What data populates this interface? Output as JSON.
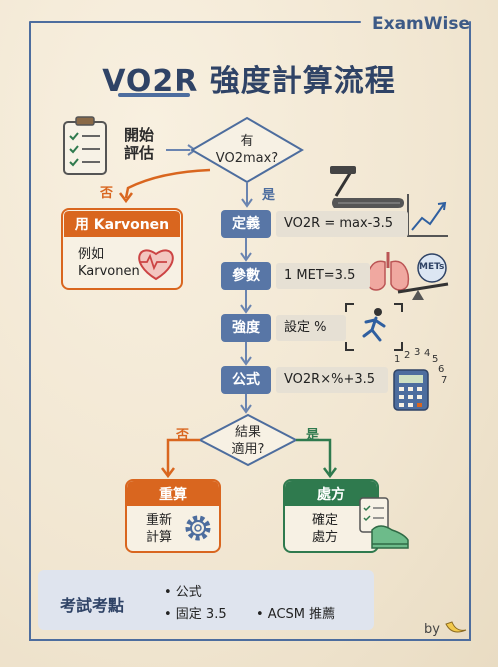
{
  "brand": "ExamWise",
  "title": "VO2R 強度計算流程",
  "start": {
    "label_line1": "開始",
    "label_line2": "評估"
  },
  "decision1": {
    "line1": "有",
    "line2": "VO2max?"
  },
  "labels": {
    "no1": "否",
    "yes1": "是",
    "no2": "否",
    "yes2": "是"
  },
  "karvonen": {
    "title": "用 Karvonen",
    "body_line1": "例如",
    "body_line2": "Karvonen"
  },
  "steps": [
    {
      "label": "定義",
      "content": "VO2R = max-3.5"
    },
    {
      "label": "參數",
      "content": "1 MET=3.5"
    },
    {
      "label": "強度",
      "content": "設定 %"
    },
    {
      "label": "公式",
      "content": "VO2R×%+3.5"
    }
  ],
  "mets_badge": "METs",
  "decision2": {
    "line1": "結果",
    "line2": "適用?"
  },
  "recalc": {
    "title": "重算",
    "body_line1": "重新",
    "body_line2": "計算"
  },
  "prescribe": {
    "title": "處方",
    "body_line1": "確定",
    "body_line2": "處方"
  },
  "summary": {
    "title": "考試考點",
    "items": [
      "• 公式",
      "• 固定 3.5",
      "• ACSM 推薦"
    ]
  },
  "byline": "by",
  "colors": {
    "blue": "#5876a6",
    "orange": "#d9661f",
    "green": "#2f7a4e",
    "navy": "#2f4366"
  }
}
